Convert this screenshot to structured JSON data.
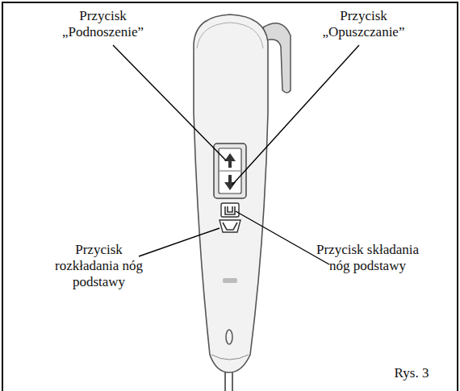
{
  "diagram": {
    "labels": [
      "Przycisk „Podnoszenie”",
      "Przycisk „Opuszczanie”",
      "Przycisk rozkładania nóg podstawy",
      "Przycisk składania nóg podstawy",
      "Rys. 3"
    ]
  }
}
